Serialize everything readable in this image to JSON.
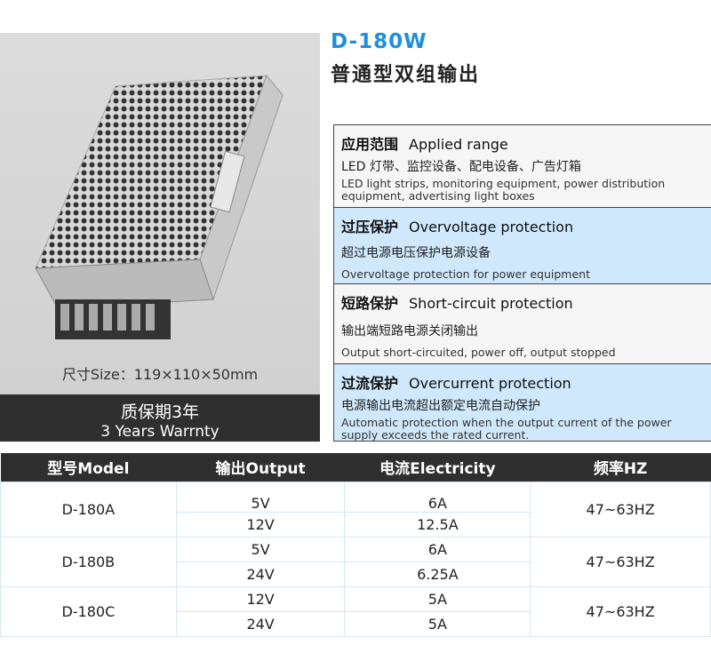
{
  "product": {
    "model": "D-180W",
    "subtitle": "普通型双组输出",
    "size_label": "尺寸Size：119×110×50mm",
    "warranty_cn": "质保期3年",
    "warranty_en": "3 Years Warrnty"
  },
  "features": [
    {
      "title_cn": "应用范围",
      "title_en": "Applied range",
      "desc_cn": "LED 灯带、监控设备、配电设备、广告灯箱",
      "desc_en": "LED light strips, monitoring equipment, power distribution equipment, advertising light boxes"
    },
    {
      "title_cn": "过压保护",
      "title_en": "Overvoltage protection",
      "desc_cn": "超过电源电压保护电源设备",
      "desc_en": "Overvoltage protection for power equipment"
    },
    {
      "title_cn": "短路保护",
      "title_en": "Short-circuit protection",
      "desc_cn": "输出端短路电源关闭输出",
      "desc_en": "Output short-circuited, power off, output stopped"
    },
    {
      "title_cn": "过流保护",
      "title_en": "Overcurrent protection",
      "desc_cn": "电源输出电流超出额定电流自动保护",
      "desc_en": "Automatic protection when the output current of the power supply exceeds the rated current."
    }
  ],
  "table": {
    "headers": [
      "型号Model",
      "输出Output",
      "电流Electricity",
      "频率HZ"
    ],
    "rows": [
      {
        "model": "D-180A",
        "outputs": [
          {
            "v": "5V",
            "a": "6A"
          },
          {
            "v": "12V",
            "a": "12.5A"
          }
        ],
        "freq": "47~63HZ"
      },
      {
        "model": "D-180B",
        "outputs": [
          {
            "v": "5V",
            "a": "6A"
          },
          {
            "v": "24V",
            "a": "6.25A"
          }
        ],
        "freq": "47~63HZ"
      },
      {
        "model": "D-180C",
        "outputs": [
          {
            "v": "12V",
            "a": "5A"
          },
          {
            "v": "24V",
            "a": "5A"
          }
        ],
        "freq": "47~63HZ"
      }
    ]
  },
  "colors": {
    "accent": "#1e8fe0",
    "highlight": "#cfe8fb",
    "dark": "#2f2f2f"
  }
}
